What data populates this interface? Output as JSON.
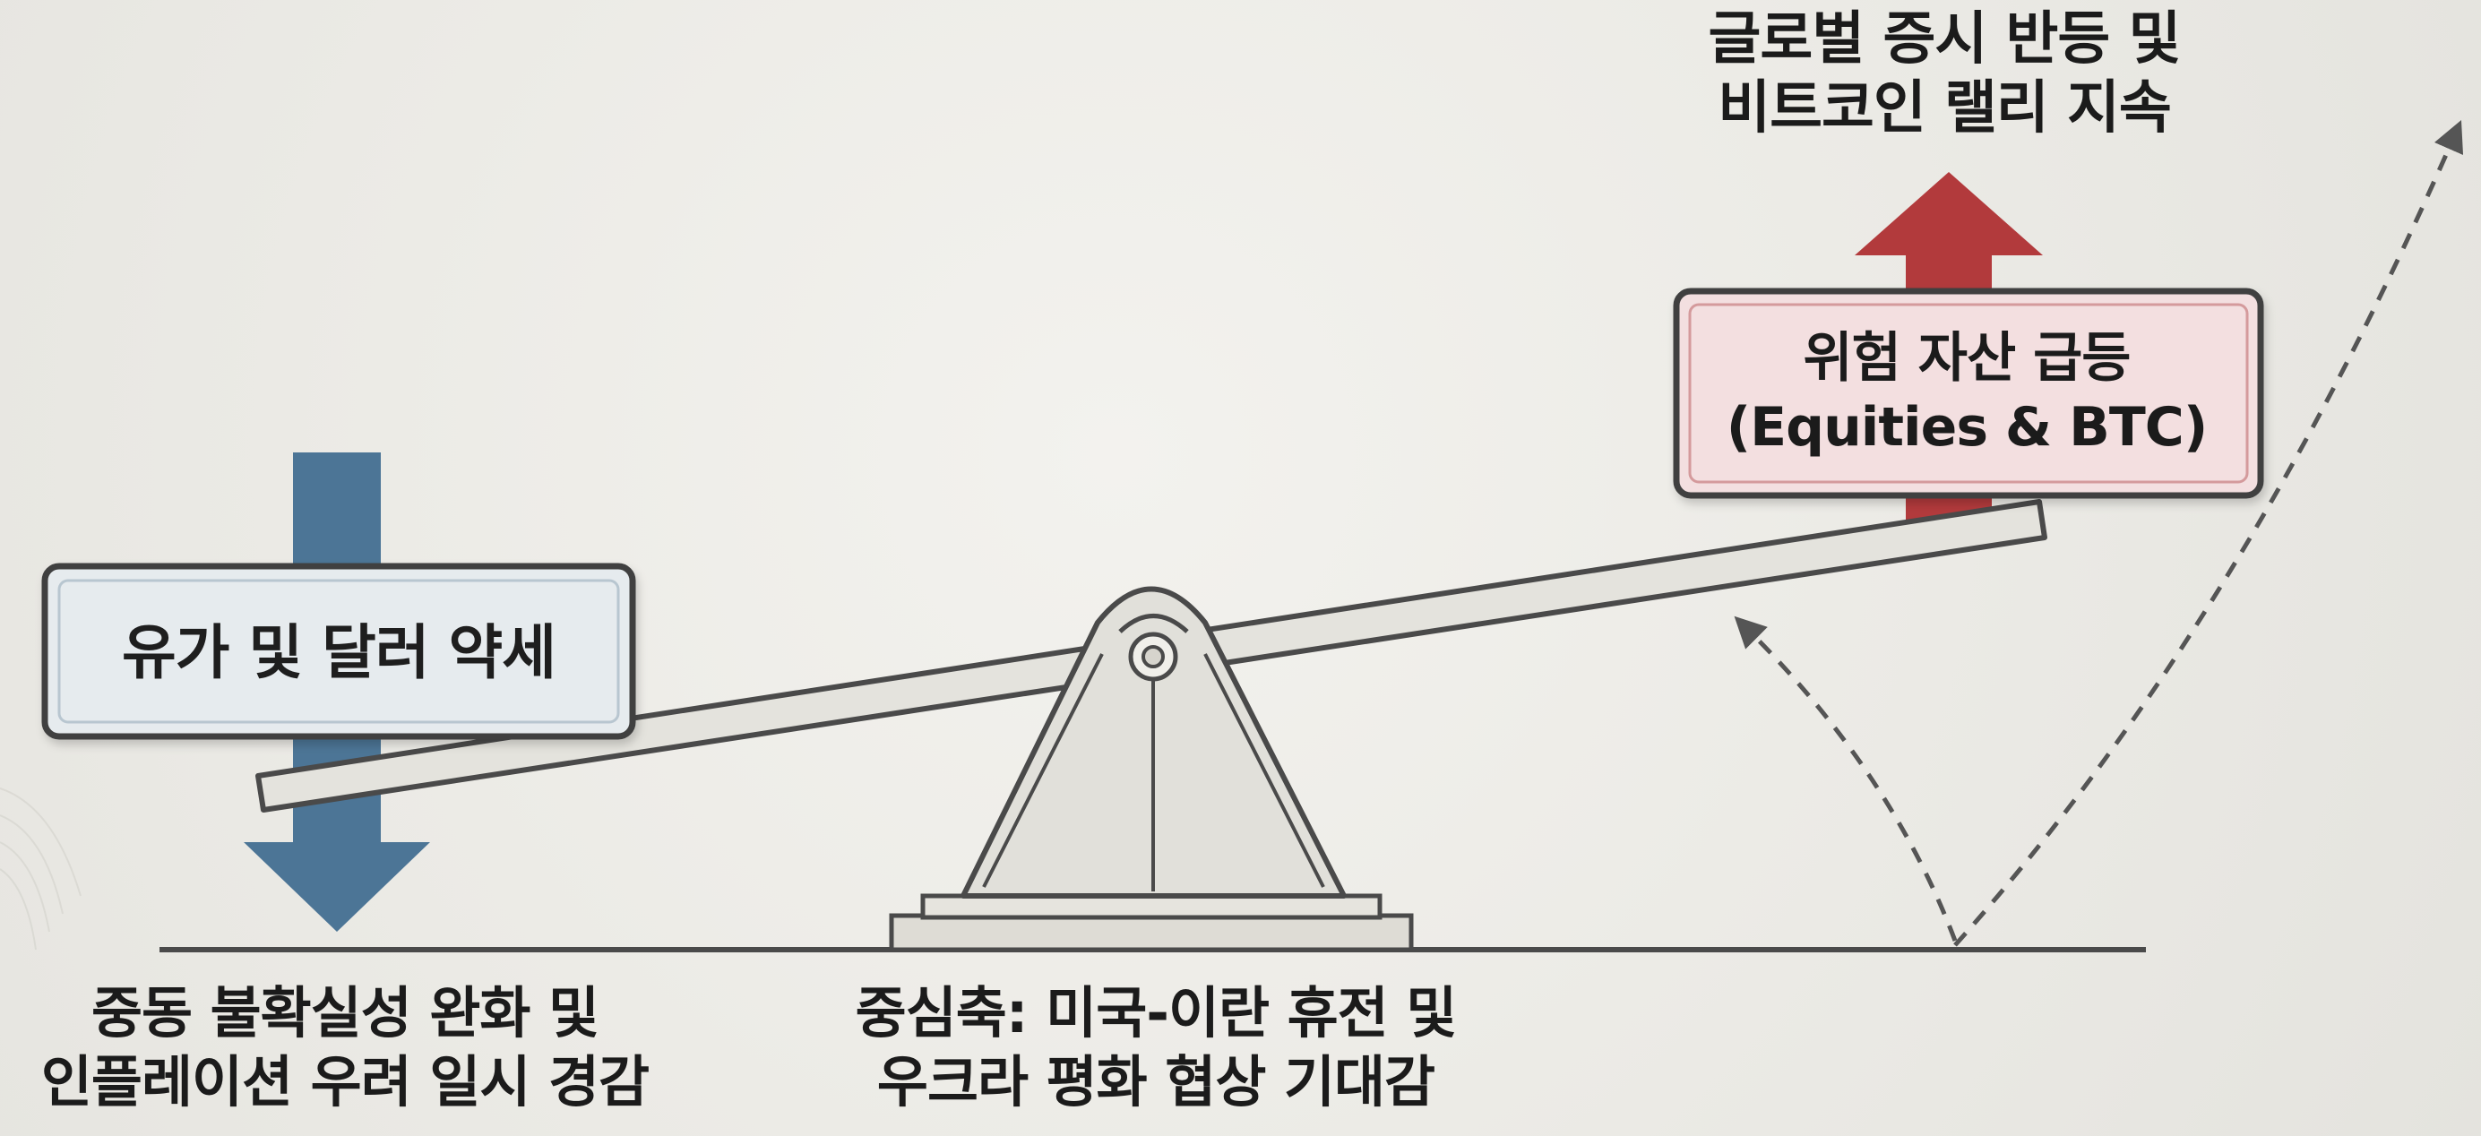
{
  "diagram": {
    "left_box": {
      "label": "유가 및 달러 약세"
    },
    "right_box": {
      "line1": "위험 자산 급등",
      "line2": "(Equities & BTC)"
    },
    "top_caption": {
      "line1": "글로벌 증시 반등 및",
      "line2": "비트코인 랠리 지속"
    },
    "bottom_left_caption": {
      "line1": "중동 불확실성 완화 및",
      "line2": "인플레이션 우려 일시 경감"
    },
    "bottom_center_caption": {
      "line1": "중심축: 미국-이란 휴전 및",
      "line2": "우크라 평화 협상 기대감"
    },
    "colors": {
      "background": "#ebeae5",
      "down_arrow": "#4c7596",
      "up_arrow": "#b23a3c",
      "left_box_fill": "#e6ebee",
      "right_box_fill": "#f3dfe0",
      "fulcrum_fill": "#e1e0da",
      "outline": "#4a4a4a",
      "dashed_arrows": "#555555"
    }
  }
}
